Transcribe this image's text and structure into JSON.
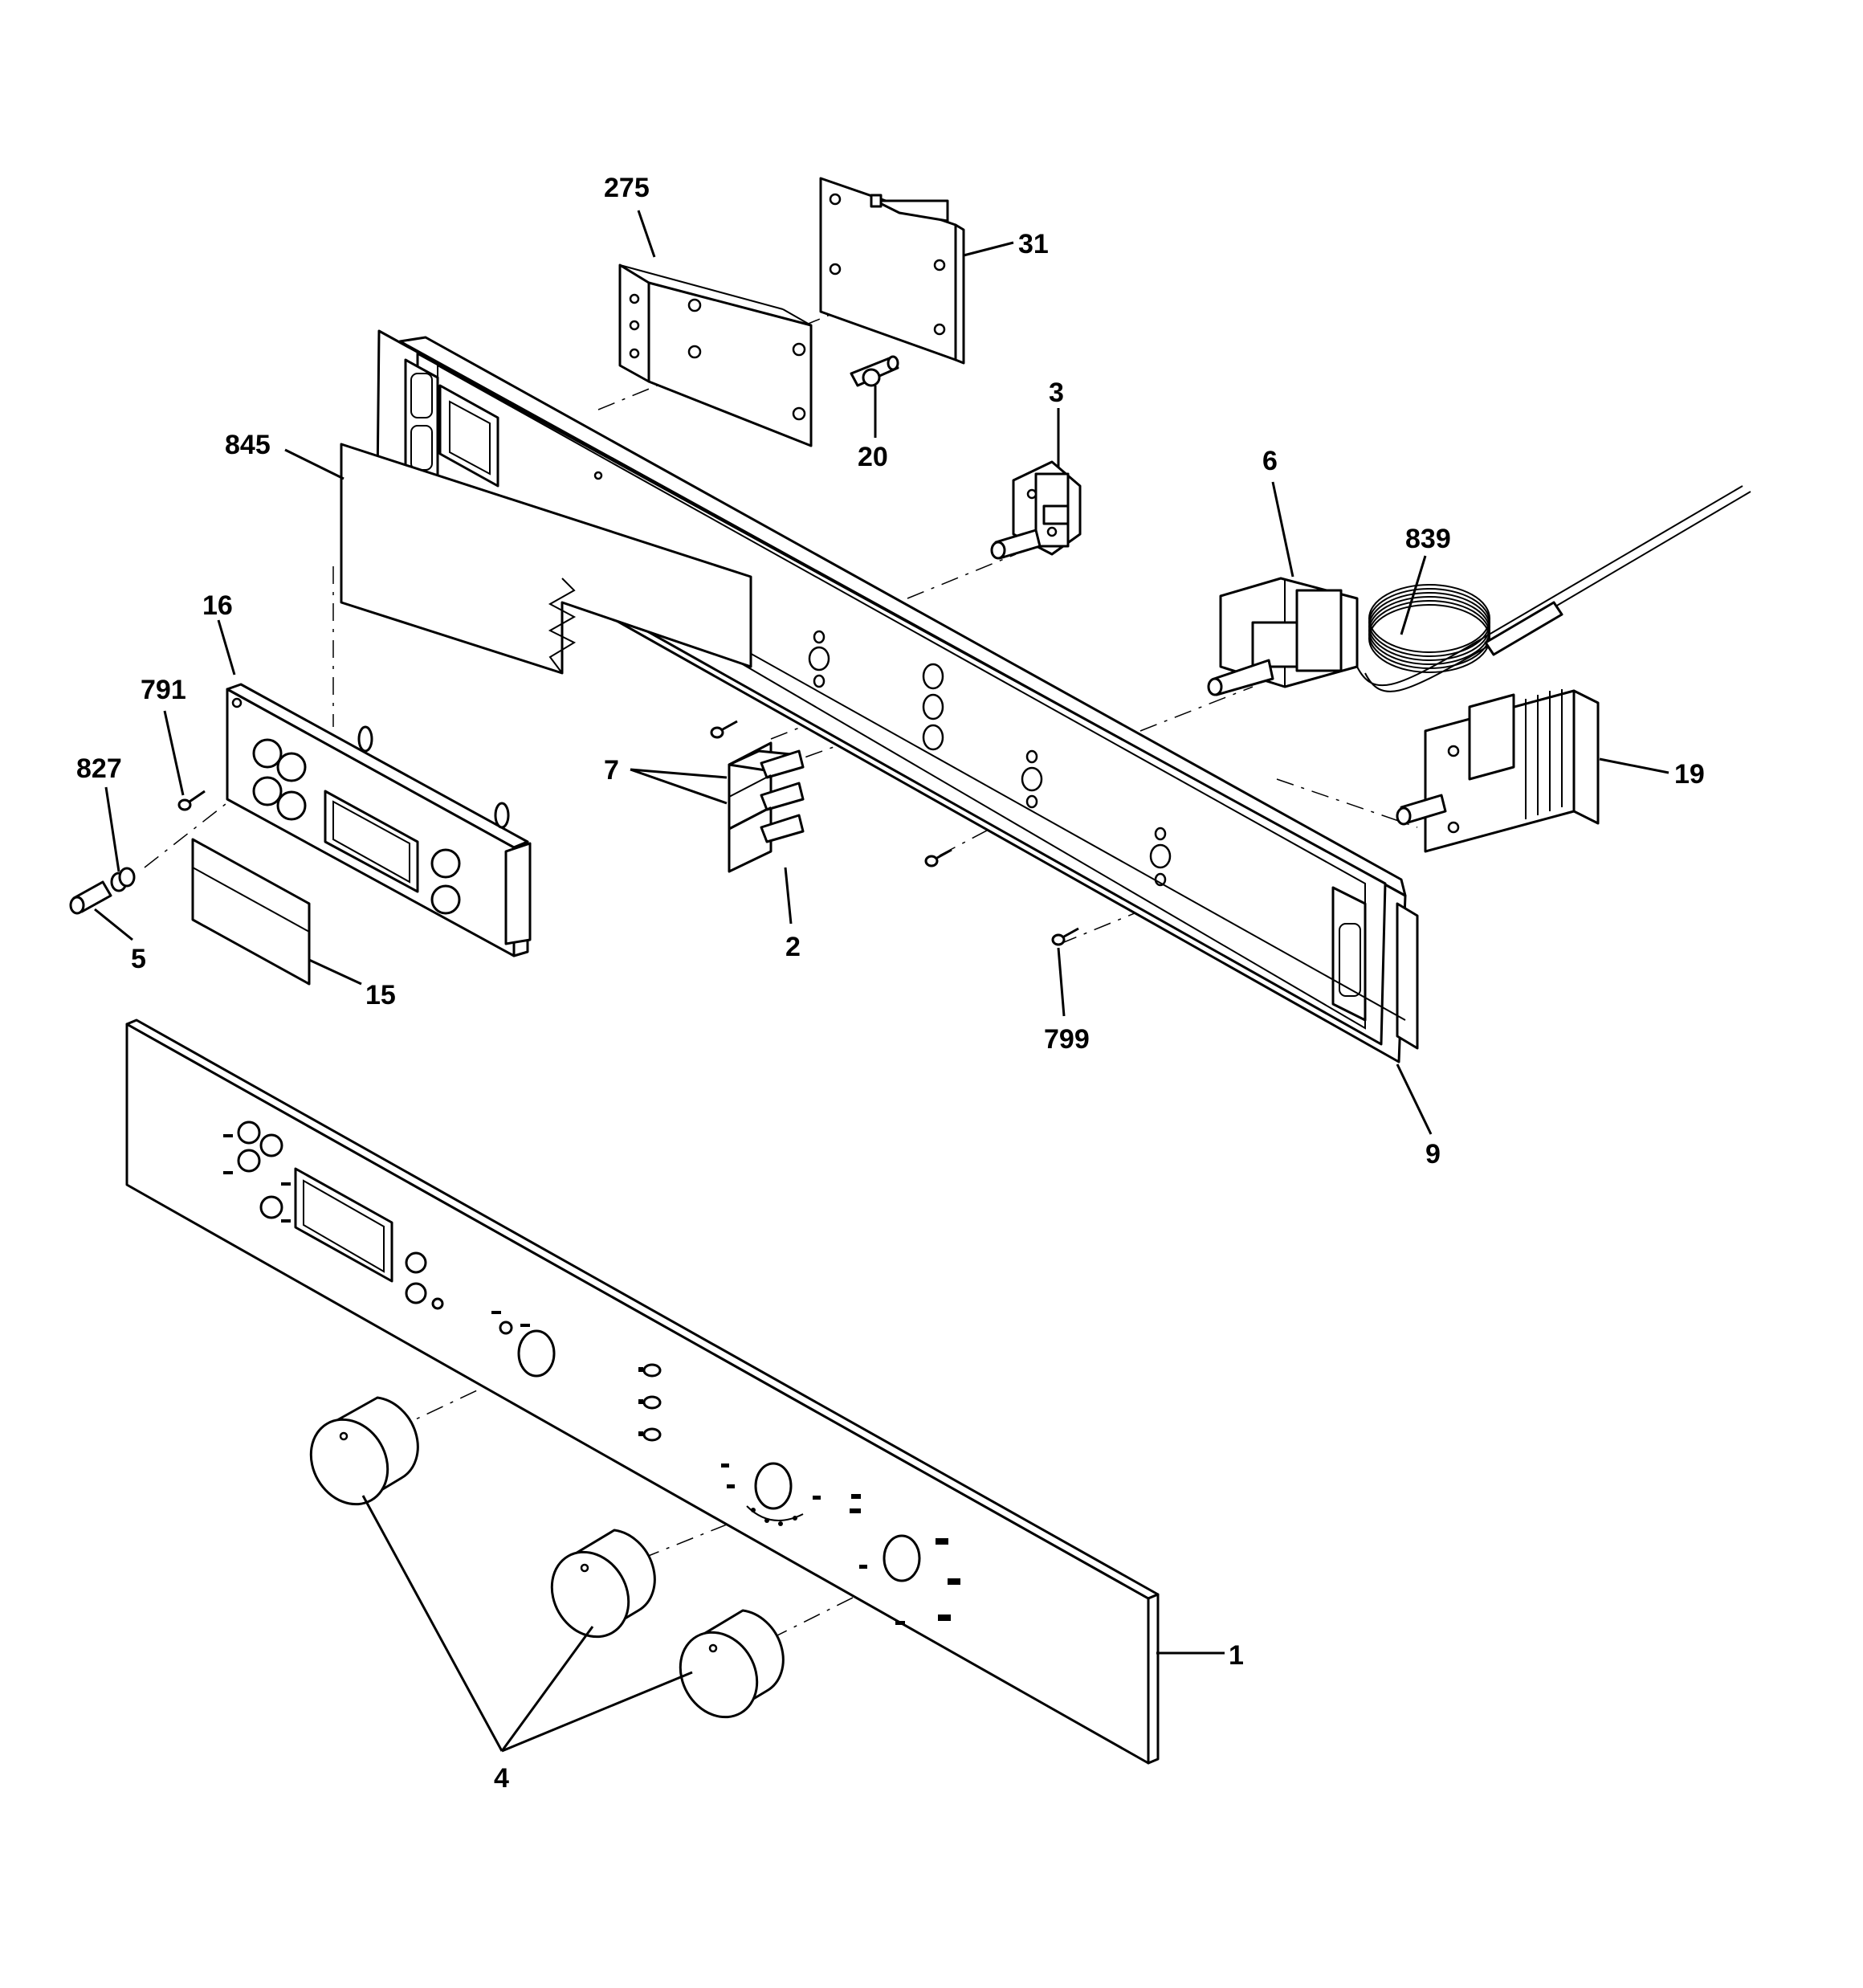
{
  "callouts": {
    "c275": "275",
    "c31": "31",
    "c20": "20",
    "c3": "3",
    "c845": "845",
    "c6": "6",
    "c839": "839",
    "c16": "16",
    "c791": "791",
    "c827": "827",
    "c7": "7",
    "c19": "19",
    "c2": "2",
    "c5": "5",
    "c15": "15",
    "c799": "799",
    "c9": "9",
    "c1": "1",
    "c4": "4"
  }
}
